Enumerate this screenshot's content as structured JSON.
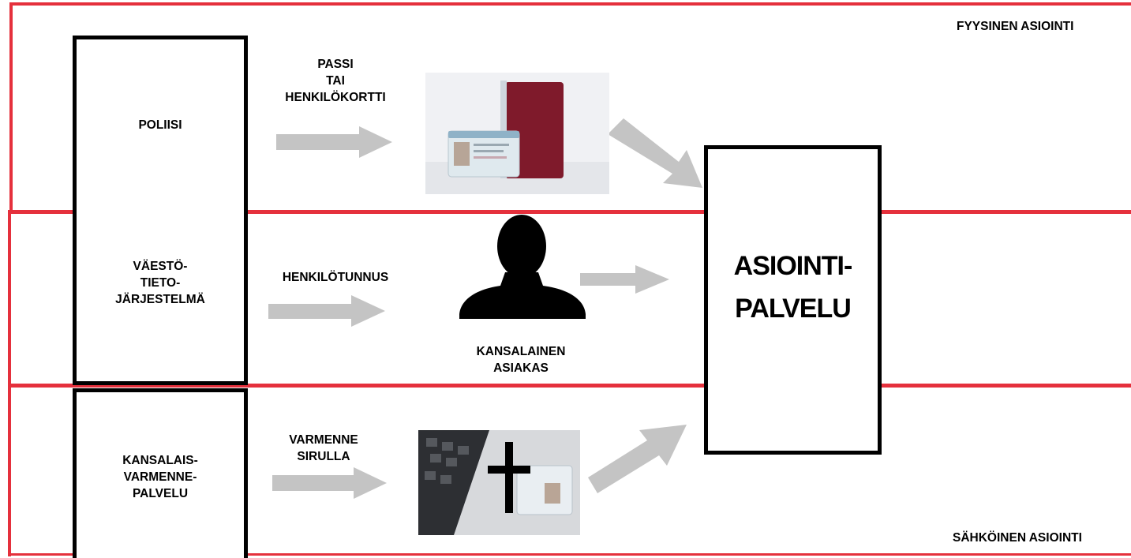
{
  "corners": {
    "physical": "FYYSINEN ASIOINTI",
    "electronic": "SÄHKÖINEN ASIOINTI"
  },
  "sources": {
    "police": "POLIISI",
    "population": "VÄESTÖ-\nTIETO-\nJÄRJESTELMÄ",
    "certificate": "KANSALAIS-\nVARMENNE-\nPALVELU"
  },
  "items": {
    "passport": "PASSI\nTAI\nHENKILÖKORTTI",
    "ssn": "HENKILÖTUNNUS",
    "chip": "VARMENNE\nSIRULLA"
  },
  "person": {
    "label": "KANSALAINEN\nASIAKAS"
  },
  "service": {
    "label": "ASIOINTI-\nPALVELU"
  },
  "icons": [
    "passport-photo",
    "person-silhouette-icon",
    "card-reader-photo",
    "arrow-icon"
  ],
  "colors": {
    "band": "#e5303c",
    "arrow": "#c4c4c4",
    "passport": "#8a1c2e"
  }
}
